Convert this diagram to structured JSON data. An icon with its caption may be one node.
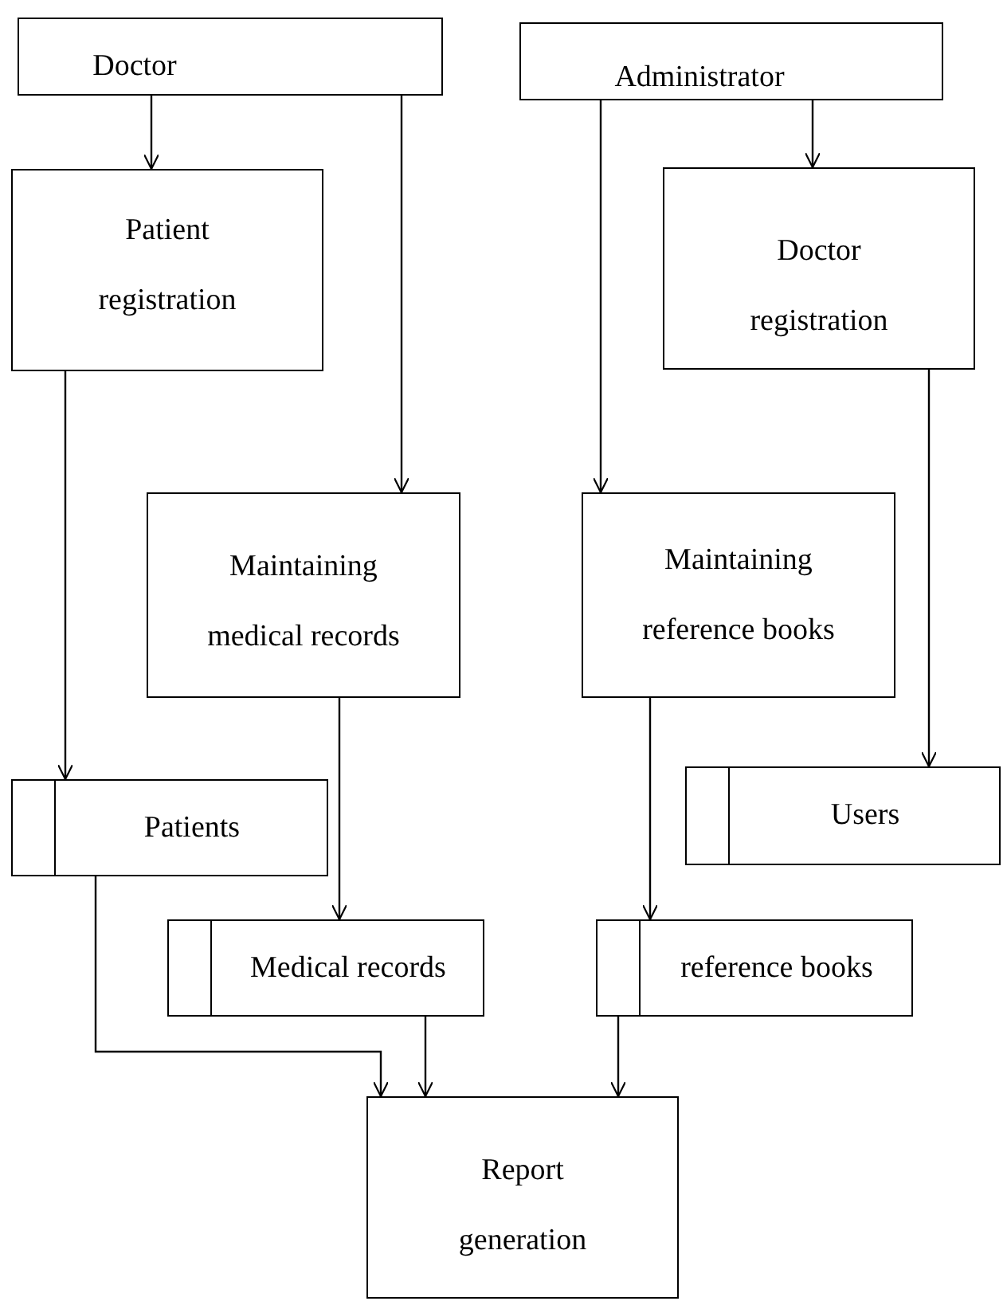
{
  "diagram": {
    "nodes": [
      {
        "text": [
          "Doctor"
        ]
      },
      {
        "text": [
          "Administrator"
        ]
      },
      {
        "text": [
          "Patient registration"
        ]
      },
      {
        "text": [
          "Doctor registration"
        ]
      },
      {
        "text": [
          "Maintaining medical records"
        ]
      },
      {
        "text": [
          "Maintaining reference books"
        ]
      },
      {
        "text": [
          "Patients"
        ]
      },
      {
        "text": [
          "Users"
        ]
      },
      {
        "text": [
          "Medical records"
        ]
      },
      {
        "text": [
          "reference books"
        ]
      },
      {
        "text": [
          "Report generation"
        ]
      }
    ],
    "edges": [
      {
        "from": 0,
        "to": 2,
        "arrow": "to"
      },
      {
        "from": 0,
        "to": 4,
        "arrow": "to"
      },
      {
        "from": 1,
        "to": 5,
        "arrow": "to"
      },
      {
        "from": 1,
        "to": 3,
        "arrow": "to"
      },
      {
        "from": 2,
        "to": 6,
        "arrow": "to"
      },
      {
        "from": 3,
        "to": 7,
        "arrow": "to"
      },
      {
        "from": 4,
        "to": 8,
        "arrow": "to"
      },
      {
        "from": 5,
        "to": 9,
        "arrow": "to"
      },
      {
        "from": 6,
        "to": 10,
        "arrow": "to"
      },
      {
        "from": 8,
        "to": 10,
        "arrow": "to"
      },
      {
        "from": 9,
        "to": 10,
        "arrow": "to"
      }
    ]
  }
}
